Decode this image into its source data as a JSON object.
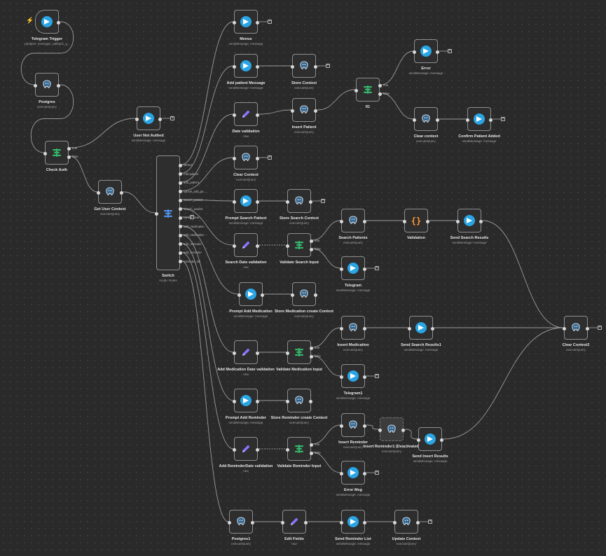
{
  "nodes": [
    {
      "id": "telegram_trigger",
      "title": "Telegram Trigger",
      "subtitle": "Updates: message, callback_q...",
      "icon": "telegram-icon"
    },
    {
      "id": "postgres",
      "title": "Postgres",
      "subtitle": "executeQuery",
      "icon": "postgres-icon"
    },
    {
      "id": "check_auth",
      "title": "Check Auth",
      "subtitle": "",
      "icon": "if-icon"
    },
    {
      "id": "user_not_authed",
      "title": "User Not Authed",
      "subtitle": "sendMessage: message",
      "icon": "telegram-icon"
    },
    {
      "id": "get_user_context",
      "title": "Get User Context",
      "subtitle": "executeQuery",
      "icon": "postgres-icon"
    },
    {
      "id": "switch",
      "title": "Switch",
      "subtitle": "mode: Rules",
      "icon": "switch-icon"
    },
    {
      "id": "menus",
      "title": "Menus",
      "subtitle": "sendMessage: message",
      "icon": "telegram-icon"
    },
    {
      "id": "add_patient_message",
      "title": "Add patient Message",
      "subtitle": "sendMessage: message",
      "icon": "telegram-icon"
    },
    {
      "id": "store_context",
      "title": "Store Context",
      "subtitle": "executeQuery",
      "icon": "postgres-icon"
    },
    {
      "id": "date_validation",
      "title": "Date validation",
      "subtitle": "raw",
      "icon": "pencil-icon"
    },
    {
      "id": "insert_patient",
      "title": "Insert Patient",
      "subtitle": "executeQuery",
      "icon": "postgres-icon"
    },
    {
      "id": "if1",
      "title": "If1",
      "subtitle": "",
      "icon": "if-icon"
    },
    {
      "id": "error",
      "title": "Error",
      "subtitle": "sendMessage: message",
      "icon": "telegram-icon"
    },
    {
      "id": "clear_context_a",
      "title": "Clear context",
      "subtitle": "executeQuery",
      "icon": "postgres-icon"
    },
    {
      "id": "confirm_patient_added",
      "title": "Confirm Patient Added",
      "subtitle": "sendMessage: message",
      "icon": "telegram-icon"
    },
    {
      "id": "clear_context_b",
      "title": "Clear Context",
      "subtitle": "executeQuery",
      "icon": "postgres-icon"
    },
    {
      "id": "prompt_search_patient",
      "title": "Prompt Search Patient",
      "subtitle": "sendMessage: message",
      "icon": "telegram-icon"
    },
    {
      "id": "store_search_context",
      "title": "Store Search Context",
      "subtitle": "executeQuery",
      "icon": "postgres-icon"
    },
    {
      "id": "search_date_validation",
      "title": "Search Date validation",
      "subtitle": "raw",
      "icon": "pencil-icon"
    },
    {
      "id": "validate_search_input",
      "title": "Validate Search Input",
      "subtitle": "",
      "icon": "if-icon"
    },
    {
      "id": "search_patients",
      "title": "Search Patients",
      "subtitle": "executeQuery",
      "icon": "postgres-icon"
    },
    {
      "id": "telegram",
      "title": "Telegram",
      "subtitle": "sendMessage: message",
      "icon": "telegram-icon"
    },
    {
      "id": "validation",
      "title": "Validation",
      "subtitle": "",
      "icon": "code-icon"
    },
    {
      "id": "send_search_results",
      "title": "Send Search Results",
      "subtitle": "sendMessage: message",
      "icon": "telegram-icon"
    },
    {
      "id": "prompt_add_medication",
      "title": "Prompt Add Medication",
      "subtitle": "sendMessage: message",
      "icon": "telegram-icon"
    },
    {
      "id": "store_medication_create_context",
      "title": "Store Medication create Context",
      "subtitle": "executeQuery",
      "icon": "postgres-icon"
    },
    {
      "id": "clear_context2",
      "title": "Clear Context2",
      "subtitle": "executeQuery",
      "icon": "postgres-icon"
    },
    {
      "id": "add_medication_date_validation",
      "title": "Add Medication Date validation",
      "subtitle": "raw",
      "icon": "pencil-icon"
    },
    {
      "id": "validate_medication_input",
      "title": "Validate Medication Input",
      "subtitle": "",
      "icon": "if-icon"
    },
    {
      "id": "insert_medication",
      "title": "Insert Medication",
      "subtitle": "executeQuery",
      "icon": "postgres-icon"
    },
    {
      "id": "send_search_results1",
      "title": "Send Search Results1",
      "subtitle": "sendMessage: message",
      "icon": "telegram-icon"
    },
    {
      "id": "telegram1",
      "title": "Telegram1",
      "subtitle": "sendMessage: message",
      "icon": "telegram-icon"
    },
    {
      "id": "prompt_add_reminder",
      "title": "Prompt Add Reminder",
      "subtitle": "sendMessage: message",
      "icon": "telegram-icon"
    },
    {
      "id": "store_reminder_create_context",
      "title": "Store Reminder create Context",
      "subtitle": "executeQuery",
      "icon": "postgres-icon"
    },
    {
      "id": "add_reminderdate_validation",
      "title": "Add ReminderDate validation",
      "subtitle": "raw",
      "icon": "pencil-icon"
    },
    {
      "id": "validate_reminder_input",
      "title": "Validate Reminder Input",
      "subtitle": "",
      "icon": "if-icon"
    },
    {
      "id": "insert_reminder",
      "title": "Insert Reminder",
      "subtitle": "executeQuery",
      "icon": "postgres-icon"
    },
    {
      "id": "insert_reminder1",
      "title": "Insert Reminder1 (Deactivated)",
      "subtitle": "executeQuery",
      "icon": "postgres-icon"
    },
    {
      "id": "send_insert_results",
      "title": "Send Insert Results",
      "subtitle": "sendMessage: message",
      "icon": "telegram-icon"
    },
    {
      "id": "error_msg",
      "title": "Error Msg",
      "subtitle": "sendMessage: message",
      "icon": "telegram-icon"
    },
    {
      "id": "postgres1",
      "title": "Postgres1",
      "subtitle": "executeQuery",
      "icon": "postgres-icon"
    },
    {
      "id": "edit_fields",
      "title": "Edit Fields",
      "subtitle": "raw",
      "icon": "pencil-icon"
    },
    {
      "id": "send_reminder_list",
      "title": "Send Reminder List",
      "subtitle": "sendMessage: message",
      "icon": "telegram-icon"
    },
    {
      "id": "update_context",
      "title": "Update Context",
      "subtitle": "executeQuery",
      "icon": "postgres-icon"
    }
  ],
  "if_outputs": [
    "true",
    "false"
  ],
  "switch_outputs": [
    "Menus",
    "Add patient",
    "add_patient",
    "cancel_add_pa...",
    "search_patient",
    "search_patient",
    "cancel_sear...",
    "add_medication",
    "add_medication",
    "add_reminder",
    "add_reminder",
    "reminder_list"
  ],
  "colors": {
    "telegram": "#2aa4e3",
    "postgres": "#336791",
    "if": "#35b36a",
    "switch": "#4d8fe0",
    "pencil": "#8a73ff",
    "code": "#ff9a2e",
    "trigger": "#ff6d5a"
  }
}
